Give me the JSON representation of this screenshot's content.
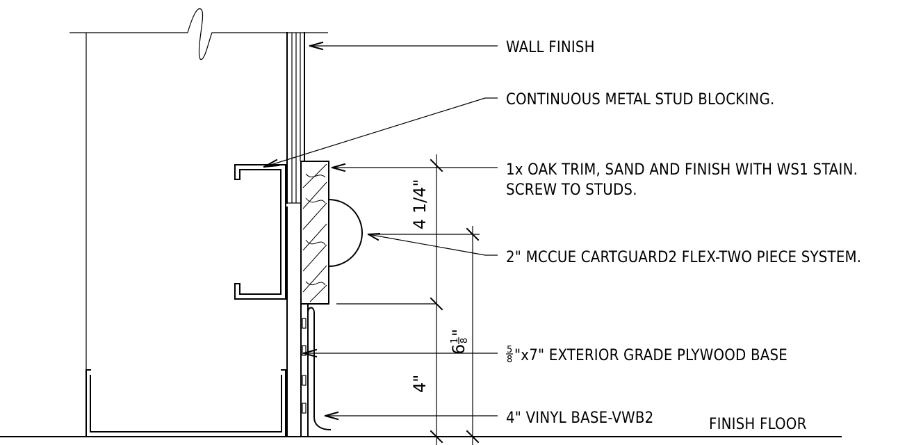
{
  "callouts": {
    "wall_finish": "WALL FINISH",
    "blocking": "CONTINUOUS METAL STUD BLOCKING.",
    "oak_trim_line1": "1x OAK TRIM, SAND AND FINISH WITH WS1 STAIN.",
    "oak_trim_line2": "SCREW TO STUDS.",
    "cartguard": "2\" MCCUE CARTGUARD2 FLEX-TWO PIECE SYSTEM.",
    "plywood_frac_num": "5",
    "plywood_frac_den": "8",
    "plywood_rest": "\"x7\" EXTERIOR GRADE PLYWOOD BASE",
    "vinyl_base": "4\" VINYL BASE-VWB2",
    "finish_floor": "FINISH FLOOR"
  },
  "dimensions": {
    "trim_height": "4 1/4\"",
    "base_height": "4\"",
    "guard_height_whole": "6",
    "guard_height_num": "1",
    "guard_height_den": "8",
    "guard_height_inch": "\""
  }
}
